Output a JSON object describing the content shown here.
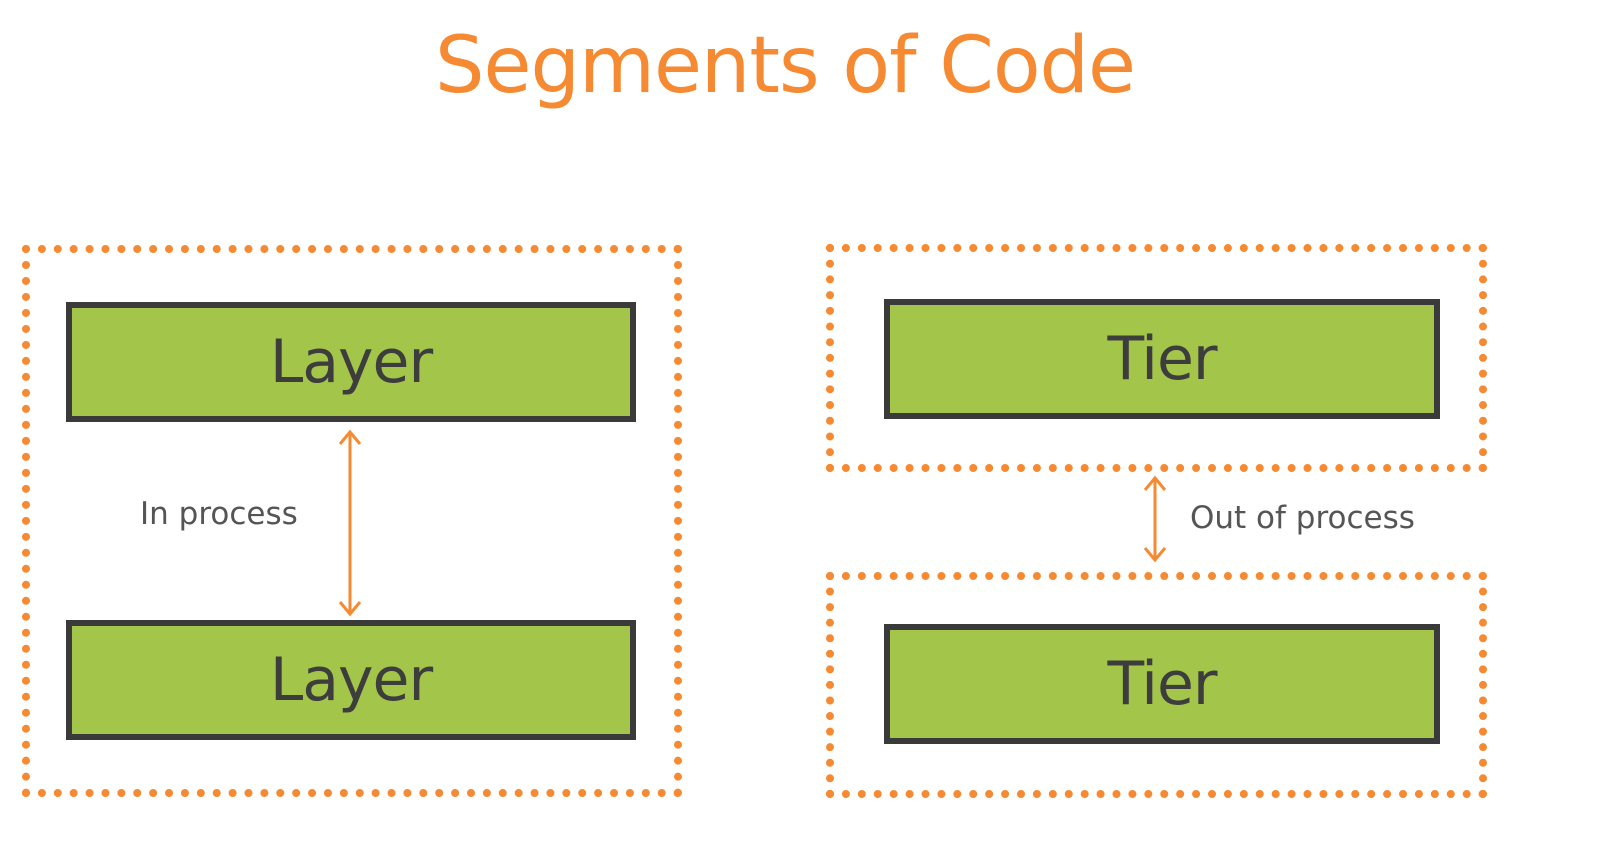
{
  "title": "Segments of Code",
  "left_group": {
    "top_box": "Layer",
    "bottom_box": "Layer",
    "connector_label": "In process"
  },
  "right_group": {
    "top_box": "Tier",
    "bottom_box": "Tier",
    "connector_label": "Out of process"
  },
  "colors": {
    "accent_orange": "#f58a32",
    "box_green": "#a2c54a",
    "box_border": "#3a3a3a",
    "label_text": "#555555"
  },
  "icons": [
    "double-arrow-icon"
  ]
}
